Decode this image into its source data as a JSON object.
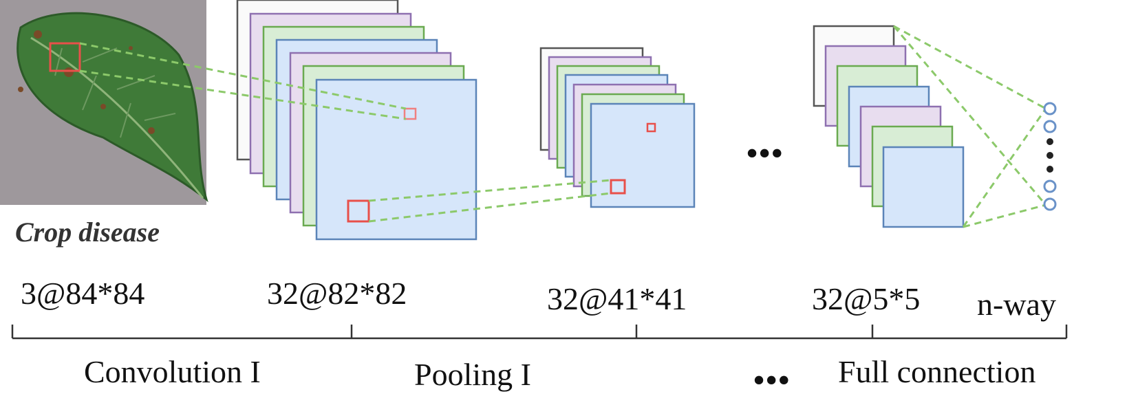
{
  "input": {
    "caption": "Crop disease",
    "dims": "3@84*84"
  },
  "layers": [
    {
      "dims": "32@82*82"
    },
    {
      "dims": "32@41*41"
    },
    {
      "dims": "32@5*5"
    }
  ],
  "output": {
    "dims": "n-way"
  },
  "stages": [
    {
      "label": "Convolution I"
    },
    {
      "label": "Pooling I"
    },
    {
      "label": "Full connection"
    }
  ],
  "ellipsis": "•••",
  "colors": {
    "gray": "#555555",
    "purple": "#8e70b0",
    "purple_fill": "#e8ddef",
    "green": "#6aaa50",
    "green_fill": "#d8edd5",
    "blue": "#5b84b8",
    "blue_fill": "#d6e6fa",
    "red": "#e8504a",
    "pink": "#f08080",
    "dash_green": "#8cc96a",
    "node_blue": "#6a92c8"
  }
}
